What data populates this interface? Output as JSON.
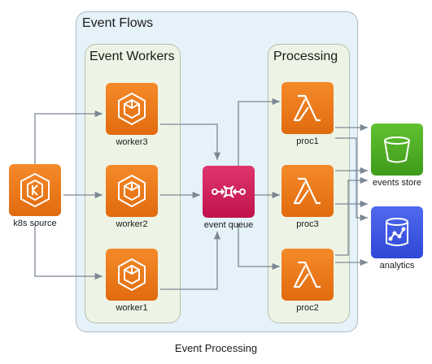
{
  "diagram": {
    "caption": "Event Processing",
    "clusters": {
      "flows": "Event Flows",
      "workers": "Event Workers",
      "processing": "Processing"
    },
    "nodes": {
      "k8s_source": "k8s source",
      "worker3": "worker3",
      "worker2": "worker2",
      "worker1": "worker1",
      "event_queue": "event queue",
      "proc1": "proc1",
      "proc3": "proc3",
      "proc2": "proc2",
      "events_store": "events store",
      "analytics": "analytics"
    },
    "edges": [
      [
        "k8s_source",
        "worker3"
      ],
      [
        "k8s_source",
        "worker2"
      ],
      [
        "k8s_source",
        "worker1"
      ],
      [
        "worker3",
        "event_queue"
      ],
      [
        "worker2",
        "event_queue"
      ],
      [
        "worker1",
        "event_queue"
      ],
      [
        "event_queue",
        "proc1"
      ],
      [
        "event_queue",
        "proc3"
      ],
      [
        "event_queue",
        "proc2"
      ],
      [
        "proc1",
        "events_store"
      ],
      [
        "proc1",
        "analytics"
      ],
      [
        "proc3",
        "events_store"
      ],
      [
        "proc3",
        "analytics"
      ],
      [
        "proc2",
        "events_store"
      ],
      [
        "proc2",
        "analytics"
      ]
    ],
    "colors": {
      "compute": "#ed7100",
      "integration": "#d6245b",
      "storage": "#3f9b1a",
      "analytics": "#3b53e0",
      "edge": "#7b8794"
    }
  }
}
